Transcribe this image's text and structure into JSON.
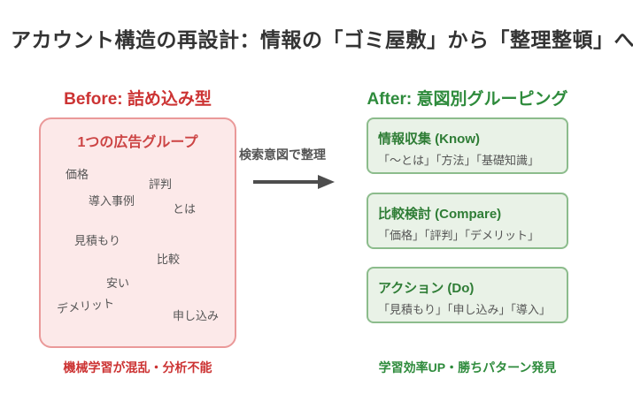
{
  "title": "アカウント構造の再設計：情報の「ゴミ屋敷」から「整理整頓」へ",
  "before": {
    "heading": "Before: 詰め込み型",
    "box_title": "1つの広告グループ",
    "keywords": [
      "価格",
      "評判",
      "導入事例",
      "とは",
      "見積もり",
      "比較",
      "安い",
      "デメリット",
      "申し込み"
    ],
    "caption": "機械学習が混乱・分析不能"
  },
  "transform": {
    "label": "検索意図で整理",
    "arrow_icon": "right-arrow"
  },
  "after": {
    "heading": "After: 意図別グルーピング",
    "groups": [
      {
        "title": "情報収集 (Know)",
        "keywords": "「〜とは」「方法」「基礎知識」"
      },
      {
        "title": "比較検討 (Compare)",
        "keywords": "「価格」「評判」「デメリット」"
      },
      {
        "title": "アクション (Do)",
        "keywords": "「見積もり」「申し込み」「導入」"
      }
    ],
    "caption": "学習効率UP・勝ちパターン発見"
  },
  "colors": {
    "title_text": "#333333",
    "before_accent": "#cc3333",
    "before_box_fill": "#fce9e9",
    "before_box_border": "#ea9999",
    "after_accent": "#2e8b3c",
    "after_card_fill": "#e9f2e7",
    "after_card_border": "#8cbc8c",
    "after_card_title": "#2f7d36",
    "keyword_text": "#555555",
    "arrow": "#4d4d4d"
  }
}
